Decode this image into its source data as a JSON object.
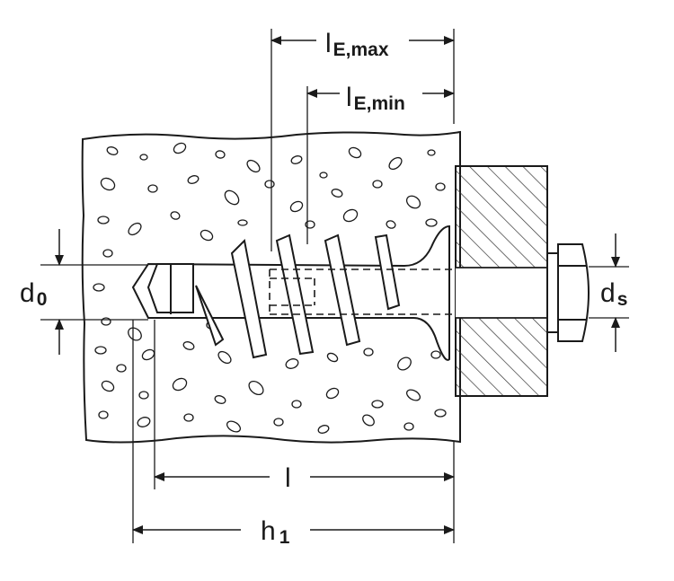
{
  "labels": {
    "le_max": "l",
    "le_max_sub": "E,max",
    "le_min": "l",
    "le_min_sub": "E,min",
    "d0": "d",
    "d0_sub": "0",
    "ds": "d",
    "ds_sub": "s",
    "l": "l",
    "h1": "h",
    "h1_sub": "1"
  }
}
